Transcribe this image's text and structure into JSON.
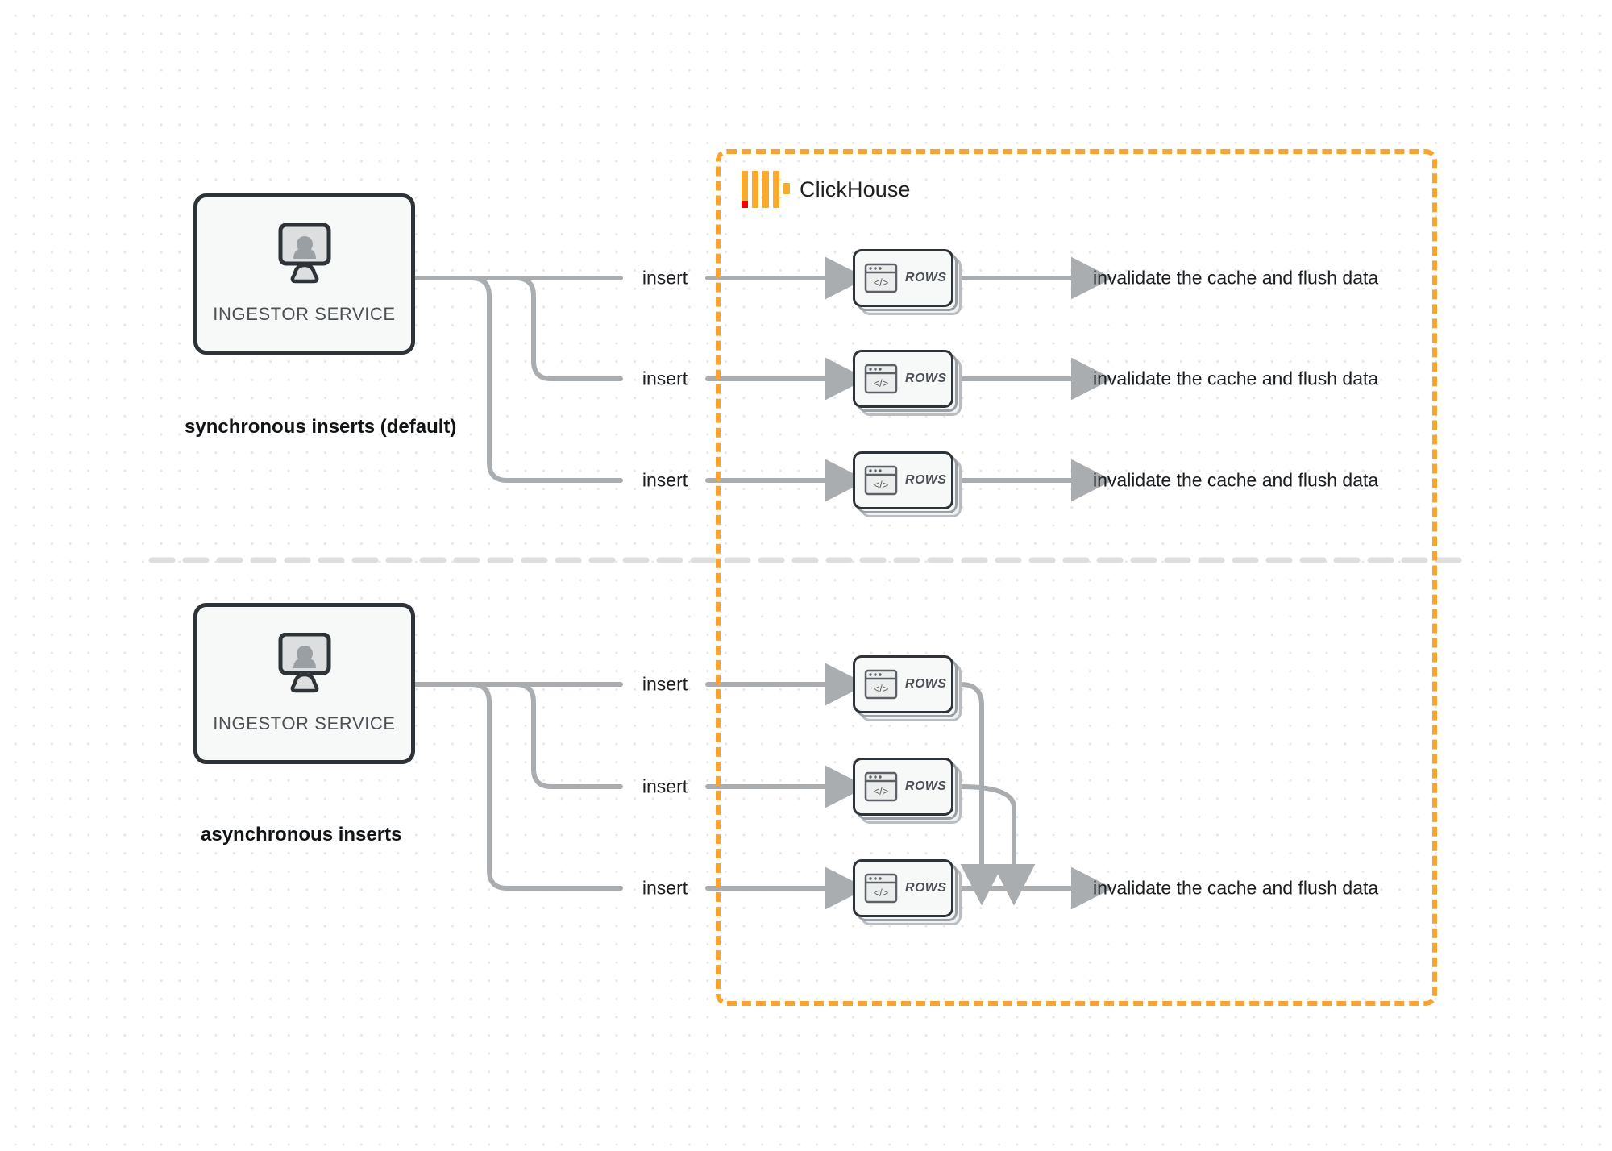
{
  "diagram": {
    "title": "ClickHouse synchronous vs asynchronous inserts",
    "background": {
      "color": "#ffffff",
      "dot_grid_color": "#e8e6e6",
      "divider_color": "#dedede"
    },
    "colors": {
      "clickhouse_orange": "#FAA32E",
      "logo_orange": "#FAAA2A",
      "logo_red": "#F40202",
      "connector_gray": "#a9adb0",
      "box_border": "#2e3338",
      "box_fill": "#f7f8f8",
      "text_dark": "#1b1e21",
      "text_muted": "#4b5055"
    }
  },
  "clickhouse_group": {
    "label": "ClickHouse",
    "logo_name": "clickhouse-logo",
    "border_style": "dashed"
  },
  "sections": [
    {
      "id": "synchronous",
      "caption": "synchronous inserts (default)",
      "source": {
        "label": "INGESTOR SERVICE",
        "icon": "monitor-user-icon"
      },
      "flows": [
        {
          "insert_label": "insert",
          "rows_label": "ROWS",
          "result_label": "invalidate the cache and flush data"
        },
        {
          "insert_label": "insert",
          "rows_label": "ROWS",
          "result_label": "invalidate the cache and flush data"
        },
        {
          "insert_label": "insert",
          "rows_label": "ROWS",
          "result_label": "invalidate the cache and flush data"
        }
      ]
    },
    {
      "id": "asynchronous",
      "caption": "asynchronous inserts",
      "source": {
        "label": "INGESTOR SERVICE",
        "icon": "monitor-user-icon"
      },
      "flows": [
        {
          "insert_label": "insert",
          "rows_label": "ROWS",
          "result_label": ""
        },
        {
          "insert_label": "insert",
          "rows_label": "ROWS",
          "result_label": ""
        },
        {
          "insert_label": "insert",
          "rows_label": "ROWS",
          "result_label": "invalidate the cache and flush data"
        }
      ],
      "merged_result_label": "invalidate the cache and flush data"
    }
  ]
}
